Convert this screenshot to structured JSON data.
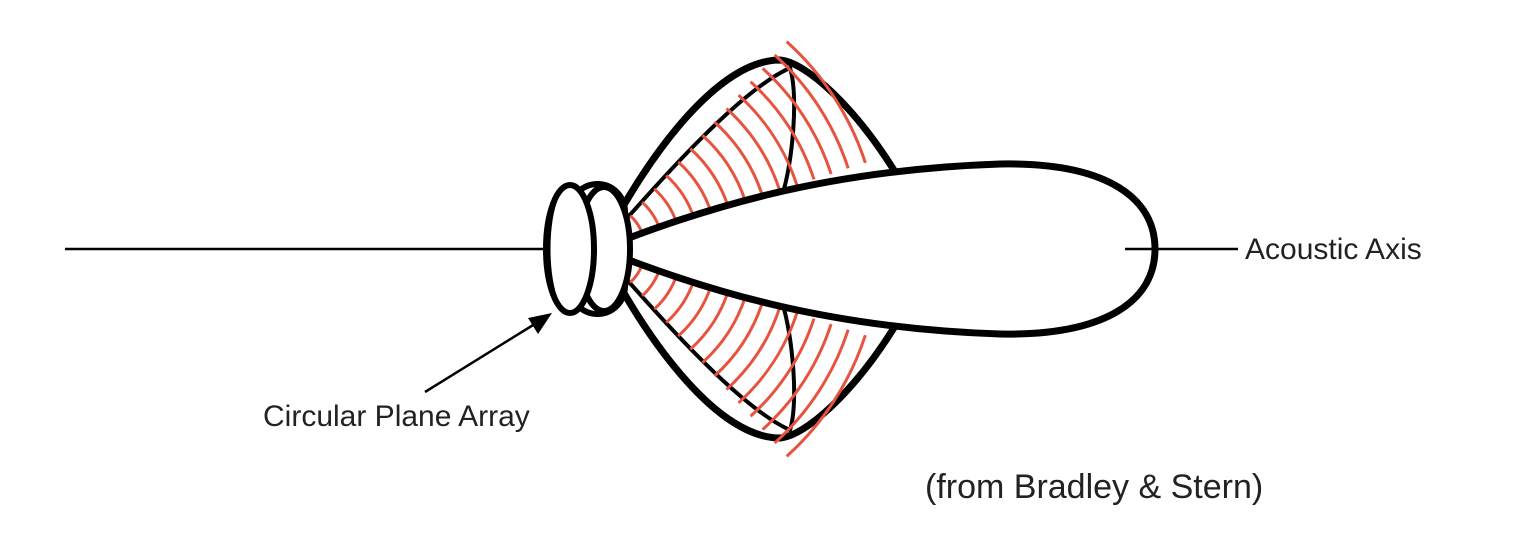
{
  "labels": {
    "axis": "Acoustic Axis",
    "array": "Circular Plane Array",
    "credit": "(from Bradley & Stern)"
  },
  "colors": {
    "outline": "#000000",
    "arcs": "#e8533f",
    "background": "#ffffff",
    "text": "#222222"
  },
  "diagram": {
    "main_lobe_count": 1,
    "side_lobe_count": 2,
    "arcs_per_side_lobe": 14
  }
}
